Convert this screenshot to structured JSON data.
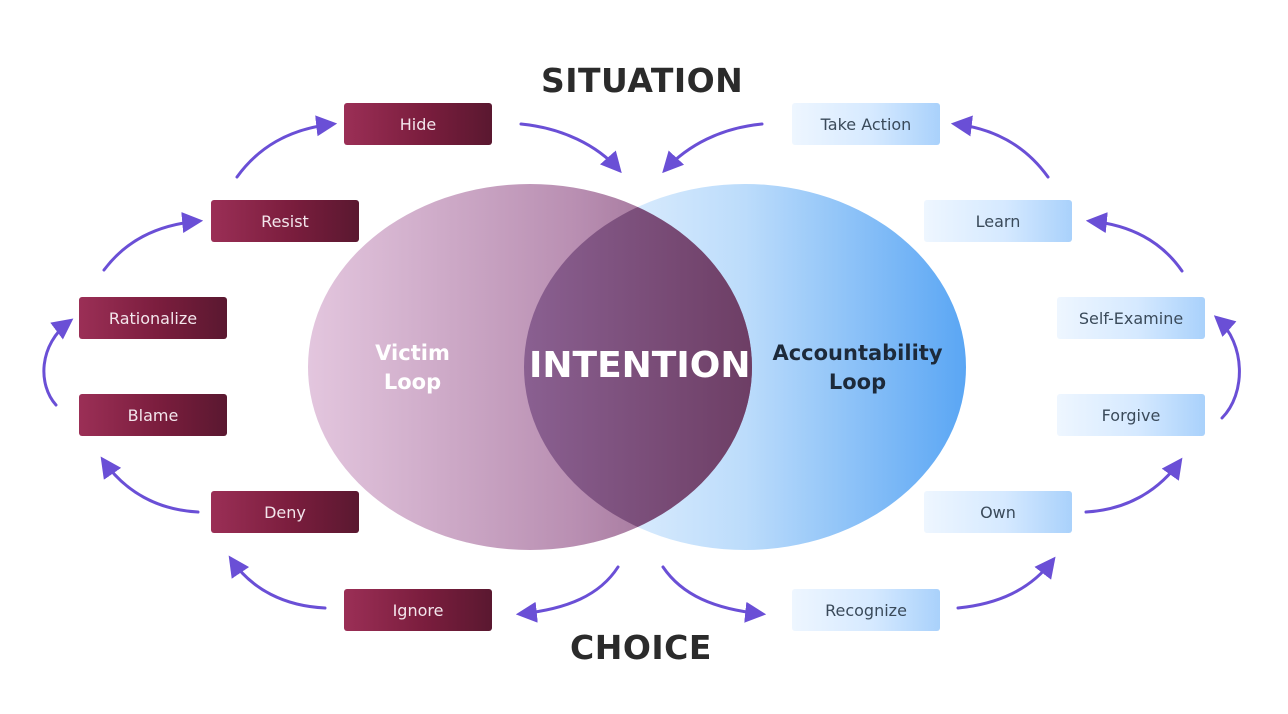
{
  "headings": {
    "top": "SITUATION",
    "bottom": "CHOICE"
  },
  "center": {
    "intersection_label": "INTENTION",
    "left_loop_line1": "Victim",
    "left_loop_line2": "Loop",
    "right_loop_line1": "Accountability",
    "right_loop_line2": "Loop"
  },
  "victim_loop": {
    "color": "#8b2447",
    "steps": [
      "Hide",
      "Resist",
      "Rationalize",
      "Blame",
      "Deny",
      "Ignore"
    ]
  },
  "accountability_loop": {
    "color": "#6aaef5",
    "steps": [
      "Take Action",
      "Learn",
      "Self-Examine",
      "Forgive",
      "Own",
      "Recognize"
    ]
  },
  "colors": {
    "arrow": "#6a4fd6",
    "heading": "#2b2b2b"
  }
}
